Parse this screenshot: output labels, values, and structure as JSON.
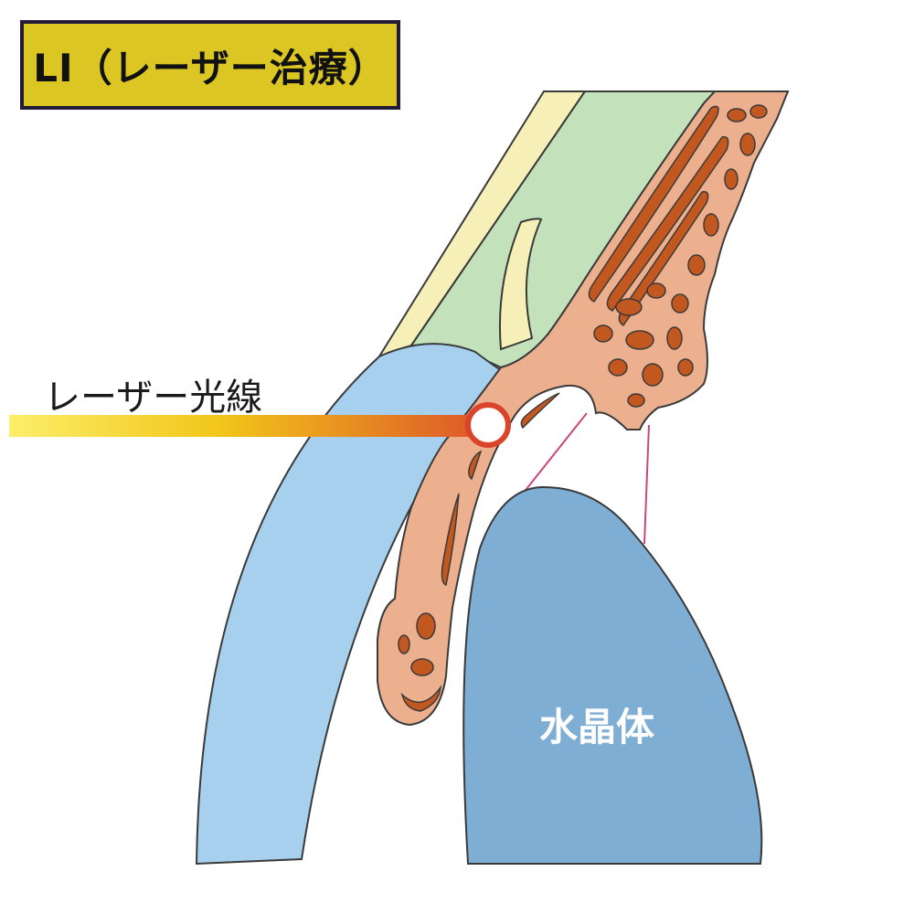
{
  "title": "LI（レーザー治療）",
  "labels": {
    "laser_beam": "レーザー光線",
    "lens": "水晶体"
  },
  "colors": {
    "title_background": "#dcc623",
    "title_border": "#231a3a",
    "sclera": "#c3e2bc",
    "conjunctiva": "#f6efb8",
    "cornea": "#a7d0ef",
    "lens": "#7faed5",
    "iris_tissue": "#edb08e",
    "iris_pigment": "#c2581f",
    "zonule_fibers": "#c9477a",
    "laser_start": "#fcee6a",
    "laser_end": "#de5a28",
    "laser_spot_ring": "#d9442a",
    "outline": "#3a3a3a"
  }
}
